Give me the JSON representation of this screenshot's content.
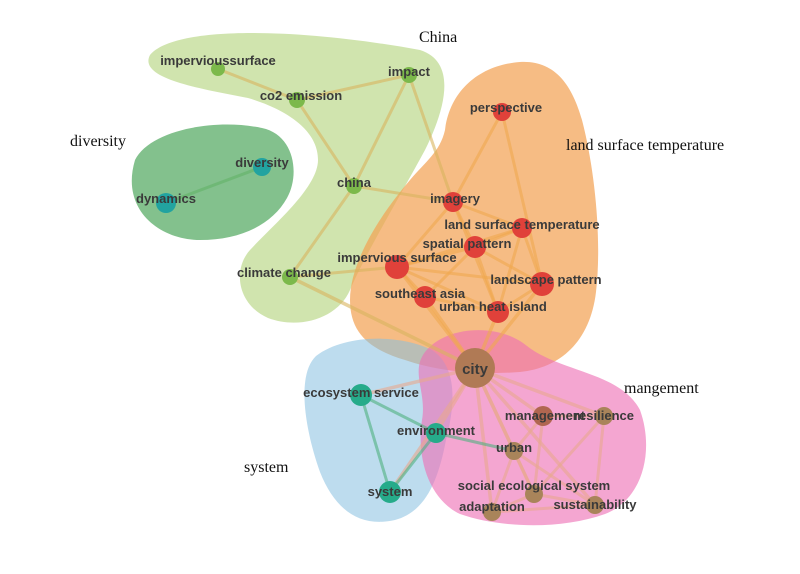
{
  "clusters": [
    {
      "id": "china",
      "label": "China",
      "color": "#a9cd6b"
    },
    {
      "id": "diversity",
      "label": "diversity",
      "color": "#4ea65c"
    },
    {
      "id": "lst",
      "label": "land surface temperature",
      "color": "#f2a254"
    },
    {
      "id": "system",
      "label": "system",
      "color": "#87bfe0"
    },
    {
      "id": "mangement",
      "label": "mangement",
      "color": "#ee6fb4"
    }
  ],
  "nodes": [
    {
      "id": "impervioussurface",
      "label": "impervioussurface",
      "cluster": "china",
      "color": "#7cb94b"
    },
    {
      "id": "impact",
      "label": "impact",
      "cluster": "china",
      "color": "#7cb94b"
    },
    {
      "id": "co2-emission",
      "label": "co2 emission",
      "cluster": "china",
      "color": "#7cb94b"
    },
    {
      "id": "china",
      "label": "china",
      "cluster": "china",
      "color": "#7cb94b"
    },
    {
      "id": "climate-change",
      "label": "climate change",
      "cluster": "china",
      "color": "#7cb94b"
    },
    {
      "id": "diversity",
      "label": "diversity",
      "cluster": "diversity",
      "color": "#22a3a0"
    },
    {
      "id": "dynamics",
      "label": "dynamics",
      "cluster": "diversity",
      "color": "#22a3a0"
    },
    {
      "id": "perspective",
      "label": "perspective",
      "cluster": "lst",
      "color": "#e0413a"
    },
    {
      "id": "imagery",
      "label": "imagery",
      "cluster": "lst",
      "color": "#e0413a"
    },
    {
      "id": "land-surface-temperature",
      "label": "land surface temperature",
      "cluster": "lst",
      "color": "#e0413a"
    },
    {
      "id": "spatial-pattern",
      "label": "spatial pattern",
      "cluster": "lst",
      "color": "#e0413a"
    },
    {
      "id": "impervious-surface",
      "label": "impervious surface",
      "cluster": "lst",
      "color": "#e0413a"
    },
    {
      "id": "landscape-pattern",
      "label": "landscape pattern",
      "cluster": "lst",
      "color": "#e0413a"
    },
    {
      "id": "southeast-asia",
      "label": "southeast asia",
      "cluster": "lst",
      "color": "#e0413a"
    },
    {
      "id": "urban-heat-island",
      "label": "urban heat island",
      "cluster": "lst",
      "color": "#e0413a"
    },
    {
      "id": "city",
      "label": "city",
      "cluster": "mangement",
      "color": "#b07a55"
    },
    {
      "id": "ecosystem-service",
      "label": "ecosystem service",
      "cluster": "system",
      "color": "#26ab8a"
    },
    {
      "id": "environment",
      "label": "environment",
      "cluster": "system",
      "color": "#26ab8a"
    },
    {
      "id": "system",
      "label": "system",
      "cluster": "system",
      "color": "#26ab8a"
    },
    {
      "id": "management",
      "label": "management",
      "cluster": "mangement",
      "color": "#b06650"
    },
    {
      "id": "resilience",
      "label": "resilience",
      "cluster": "mangement",
      "color": "#a9845a"
    },
    {
      "id": "urban",
      "label": "urban",
      "cluster": "mangement",
      "color": "#a9845a"
    },
    {
      "id": "social-ecological-system",
      "label": "social ecological system",
      "cluster": "mangement",
      "color": "#a9845a"
    },
    {
      "id": "sustainability",
      "label": "sustainability",
      "cluster": "mangement",
      "color": "#a9845a"
    },
    {
      "id": "adaptation",
      "label": "adaptation",
      "cluster": "mangement",
      "color": "#a9845a"
    }
  ],
  "edges": [
    [
      "impervioussurface",
      "co2-emission"
    ],
    [
      "co2-emission",
      "impact"
    ],
    [
      "co2-emission",
      "china"
    ],
    [
      "impact",
      "china"
    ],
    [
      "impact",
      "imagery"
    ],
    [
      "china",
      "climate-change"
    ],
    [
      "china",
      "imagery"
    ],
    [
      "climate-change",
      "impervious-surface"
    ],
    [
      "climate-change",
      "city"
    ],
    [
      "diversity",
      "dynamics"
    ],
    [
      "perspective",
      "imagery"
    ],
    [
      "perspective",
      "landscape-pattern"
    ],
    [
      "imagery",
      "land-surface-temperature"
    ],
    [
      "imagery",
      "spatial-pattern"
    ],
    [
      "imagery",
      "impervious-surface"
    ],
    [
      "imagery",
      "urban-heat-island"
    ],
    [
      "land-surface-temperature",
      "spatial-pattern"
    ],
    [
      "land-surface-temperature",
      "urban-heat-island"
    ],
    [
      "land-surface-temperature",
      "landscape-pattern"
    ],
    [
      "land-surface-temperature",
      "impervious-surface"
    ],
    [
      "spatial-pattern",
      "impervious-surface"
    ],
    [
      "spatial-pattern",
      "landscape-pattern"
    ],
    [
      "spatial-pattern",
      "southeast-asia"
    ],
    [
      "spatial-pattern",
      "urban-heat-island"
    ],
    [
      "impervious-surface",
      "southeast-asia"
    ],
    [
      "impervious-surface",
      "urban-heat-island"
    ],
    [
      "impervious-surface",
      "landscape-pattern"
    ],
    [
      "impervious-surface",
      "city"
    ],
    [
      "landscape-pattern",
      "urban-heat-island"
    ],
    [
      "landscape-pattern",
      "city"
    ],
    [
      "southeast-asia",
      "urban-heat-island"
    ],
    [
      "southeast-asia",
      "city"
    ],
    [
      "urban-heat-island",
      "city"
    ],
    [
      "city",
      "ecosystem-service"
    ],
    [
      "city",
      "environment"
    ],
    [
      "city",
      "system"
    ],
    [
      "city",
      "management"
    ],
    [
      "city",
      "resilience"
    ],
    [
      "city",
      "urban"
    ],
    [
      "city",
      "social-ecological-system"
    ],
    [
      "city",
      "sustainability"
    ],
    [
      "city",
      "adaptation"
    ],
    [
      "ecosystem-service",
      "environment"
    ],
    [
      "ecosystem-service",
      "system"
    ],
    [
      "environment",
      "system"
    ],
    [
      "environment",
      "urban"
    ],
    [
      "management",
      "resilience"
    ],
    [
      "management",
      "urban"
    ],
    [
      "management",
      "social-ecological-system"
    ],
    [
      "resilience",
      "sustainability"
    ],
    [
      "resilience",
      "social-ecological-system"
    ],
    [
      "urban",
      "adaptation"
    ],
    [
      "urban",
      "social-ecological-system"
    ],
    [
      "urban",
      "sustainability"
    ],
    [
      "social-ecological-system",
      "sustainability"
    ],
    [
      "social-ecological-system",
      "adaptation"
    ],
    [
      "adaptation",
      "sustainability"
    ]
  ]
}
